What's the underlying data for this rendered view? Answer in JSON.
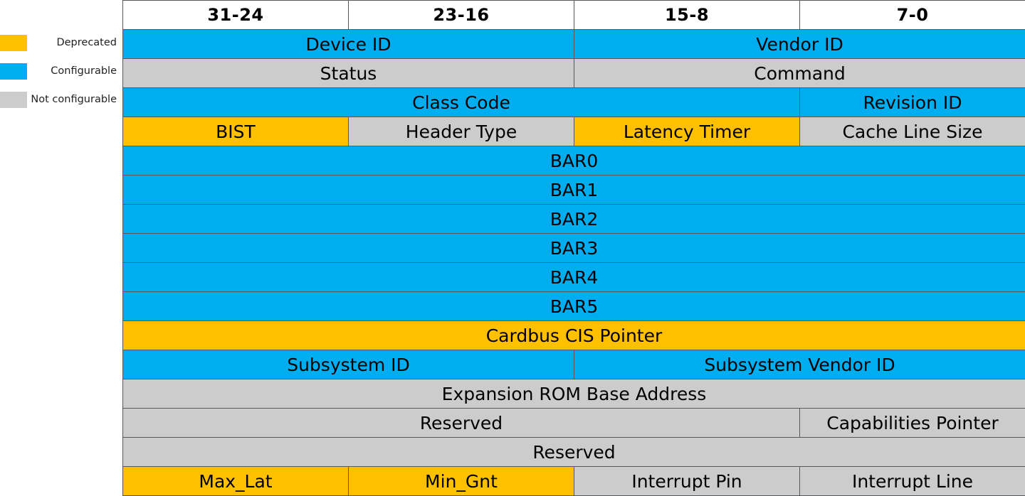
{
  "legend": {
    "items": [
      {
        "label": "Deprecated",
        "color": "#FFC000",
        "swatch_name": "legend-swatch-deprecated"
      },
      {
        "label": "Configurable",
        "color": "#00ADEF",
        "swatch_name": "legend-swatch-configurable"
      },
      {
        "label": "Not configurable",
        "color": "#CCCCCC",
        "swatch_name": "legend-swatch-not-configurable"
      }
    ]
  },
  "table": {
    "headers": [
      "31-24",
      "23-16",
      "15-8",
      "7-0"
    ],
    "rows": [
      {
        "cells": [
          {
            "label": "Device  ID",
            "span": 2,
            "status": "configurable"
          },
          {
            "label": "Vendor ID",
            "span": 2,
            "status": "configurable"
          }
        ]
      },
      {
        "cells": [
          {
            "label": "Status",
            "span": 2,
            "status": "not-configurable"
          },
          {
            "label": "Command",
            "span": 2,
            "status": "not-configurable"
          }
        ]
      },
      {
        "cells": [
          {
            "label": "Class Code",
            "span": 3,
            "status": "configurable"
          },
          {
            "label": "Revision ID",
            "span": 1,
            "status": "configurable"
          }
        ]
      },
      {
        "cells": [
          {
            "label": "BIST",
            "span": 1,
            "status": "deprecated"
          },
          {
            "label": "Header Type",
            "span": 1,
            "status": "not-configurable"
          },
          {
            "label": "Latency Timer",
            "span": 1,
            "status": "deprecated"
          },
          {
            "label": "Cache Line Size",
            "span": 1,
            "status": "not-configurable"
          }
        ]
      },
      {
        "cells": [
          {
            "label": "BAR0",
            "span": 4,
            "status": "configurable"
          }
        ]
      },
      {
        "cells": [
          {
            "label": "BAR1",
            "span": 4,
            "status": "configurable"
          }
        ]
      },
      {
        "cells": [
          {
            "label": "BAR2",
            "span": 4,
            "status": "configurable"
          }
        ]
      },
      {
        "cells": [
          {
            "label": "BAR3",
            "span": 4,
            "status": "configurable"
          }
        ]
      },
      {
        "cells": [
          {
            "label": "BAR4",
            "span": 4,
            "status": "configurable"
          }
        ]
      },
      {
        "cells": [
          {
            "label": "BAR5",
            "span": 4,
            "status": "configurable"
          }
        ]
      },
      {
        "cells": [
          {
            "label": "Cardbus CIS Pointer",
            "span": 4,
            "status": "deprecated"
          }
        ]
      },
      {
        "cells": [
          {
            "label": "Subsystem ID",
            "span": 2,
            "status": "configurable"
          },
          {
            "label": "Subsystem Vendor ID",
            "span": 2,
            "status": "configurable"
          }
        ]
      },
      {
        "cells": [
          {
            "label": "Expansion ROM Base Address",
            "span": 4,
            "status": "not-configurable"
          }
        ]
      },
      {
        "cells": [
          {
            "label": "Reserved",
            "span": 3,
            "status": "not-configurable"
          },
          {
            "label": "Capabilities Pointer",
            "span": 1,
            "status": "not-configurable"
          }
        ]
      },
      {
        "cells": [
          {
            "label": "Reserved",
            "span": 4,
            "status": "not-configurable"
          }
        ]
      },
      {
        "cells": [
          {
            "label": "Max_Lat",
            "span": 1,
            "status": "deprecated"
          },
          {
            "label": "Min_Gnt",
            "span": 1,
            "status": "deprecated"
          },
          {
            "label": "Interrupt Pin",
            "span": 1,
            "status": "not-configurable"
          },
          {
            "label": "Interrupt Line",
            "span": 1,
            "status": "not-configurable"
          }
        ]
      }
    ]
  },
  "colors": {
    "deprecated": "#FFC000",
    "configurable": "#00ADEF",
    "not_configurable": "#CCCCCC",
    "border": "#58595b",
    "text": "#000000",
    "background": "#ffffff"
  }
}
